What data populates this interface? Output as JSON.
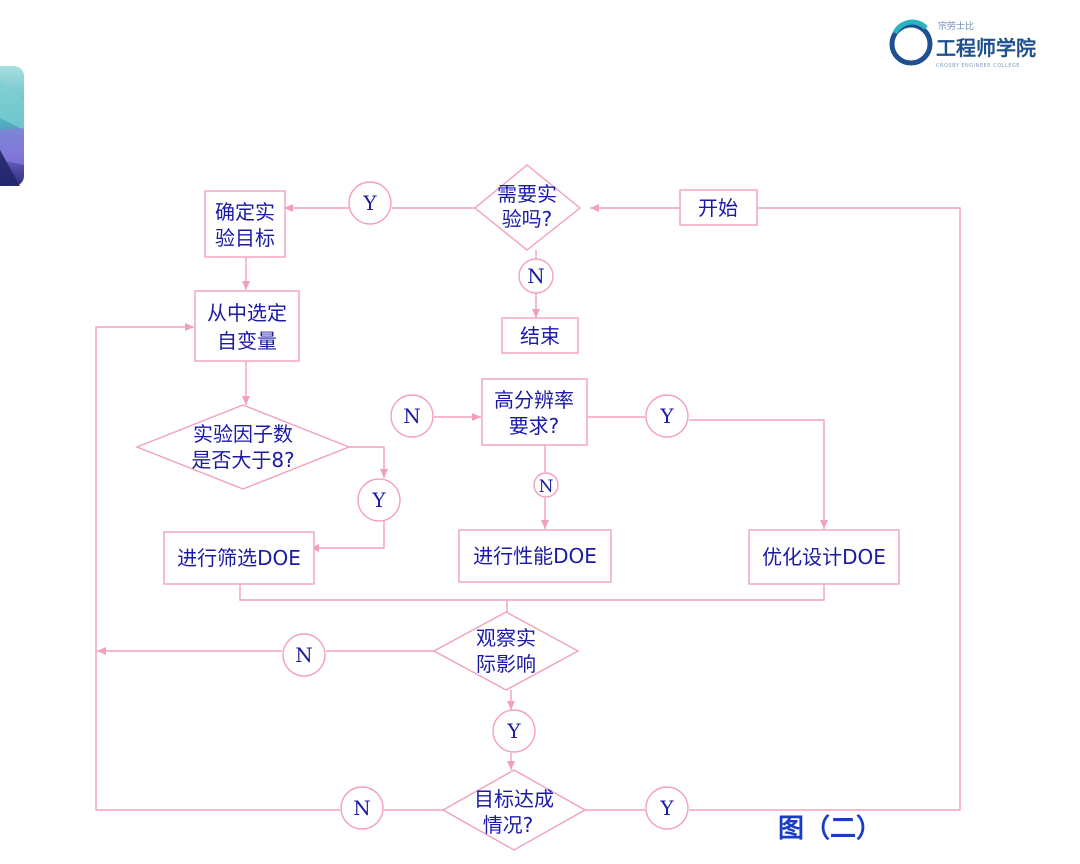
{
  "brand": {
    "small": "宗劳士比",
    "name": "工程师学院",
    "english": "CROSBY ENGINEER COLLEGE",
    "colors": {
      "primary": "#1f4f8f",
      "accent": "#2bb3c0"
    }
  },
  "flow": {
    "start": "开始",
    "need_experiment": [
      "需要实",
      "验吗?"
    ],
    "end": "结束",
    "set_goal": [
      "确定实",
      "验目标"
    ],
    "select_vars": [
      "从中选定",
      "自变量"
    ],
    "factors_gt8": [
      "实验因子数",
      "是否大于8?"
    ],
    "screening_doe": "进行筛选DOE",
    "high_resolution": [
      "高分辨率",
      "要求?"
    ],
    "performance_doe": "进行性能DOE",
    "optimize_doe": "优化设计DOE",
    "observe_impact": [
      "观察实",
      "际影响"
    ],
    "goal_reached": [
      "目标达成",
      "情况?"
    ],
    "yes": "Y",
    "no": "N"
  },
  "caption": "图（二）",
  "colors": {
    "line": "#f2a0bc",
    "text": "#1a1aa6",
    "caption": "#1a3cc6"
  }
}
